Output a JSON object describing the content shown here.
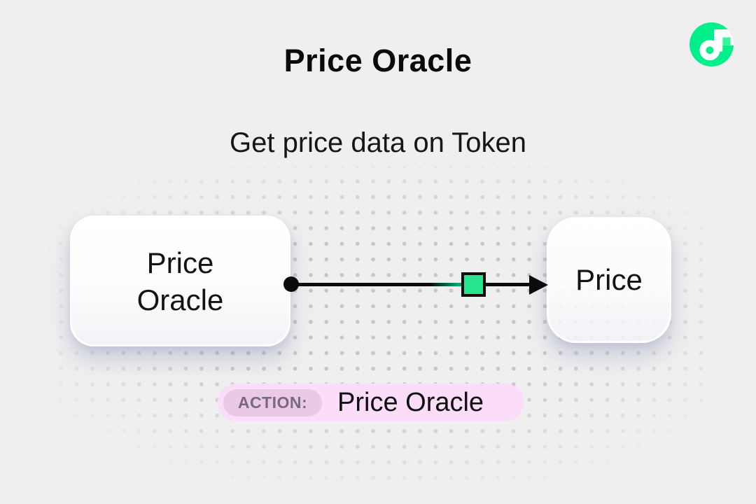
{
  "header": {
    "title": "Price Oracle",
    "subtitle": "Get price data on Token"
  },
  "brand_logo": {
    "name": "flow-logo",
    "color": "#00ef8b"
  },
  "diagram": {
    "nodes": [
      {
        "id": "price-oracle-node",
        "label_lines": [
          "Price",
          "Oracle"
        ]
      },
      {
        "id": "price-node",
        "label": "Price"
      }
    ],
    "connector": {
      "from": "price-oracle-node",
      "to": "price-node",
      "line_color": "#0b0b0b",
      "marker": "green-square",
      "marker_color": "#26e58c"
    }
  },
  "action_badge": {
    "label": "ACTION:",
    "value": "Price Oracle",
    "bg_color": "#fbdcf9",
    "label_bg_color": "#eac9e7"
  }
}
